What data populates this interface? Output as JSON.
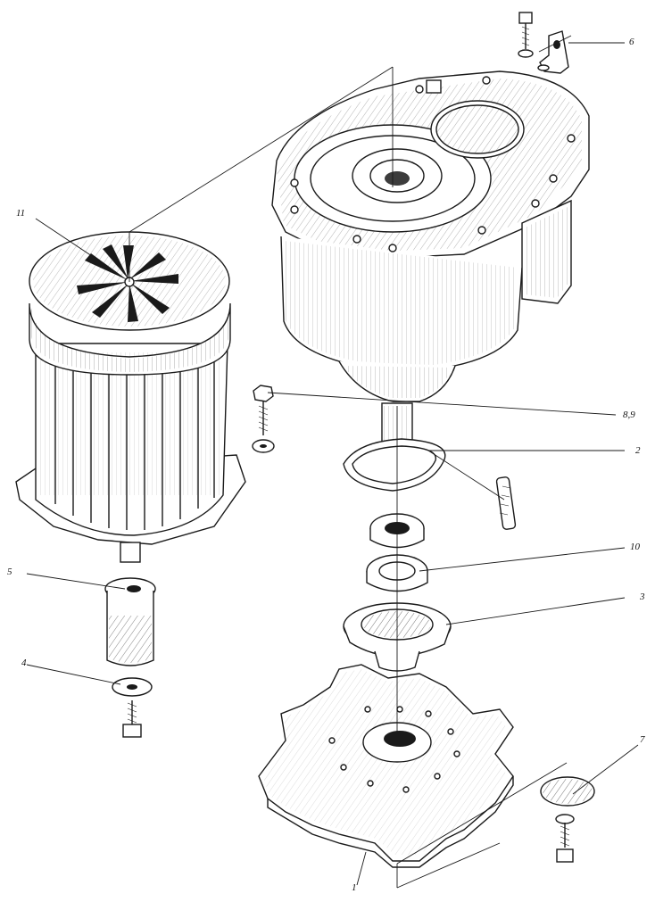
{
  "labels": {
    "p1": "1",
    "p2": "2",
    "p3": "3",
    "p4": "4",
    "p5": "5",
    "p6": "6",
    "p7": "7",
    "p89": "8,9",
    "p10": "10",
    "p11": "11"
  }
}
